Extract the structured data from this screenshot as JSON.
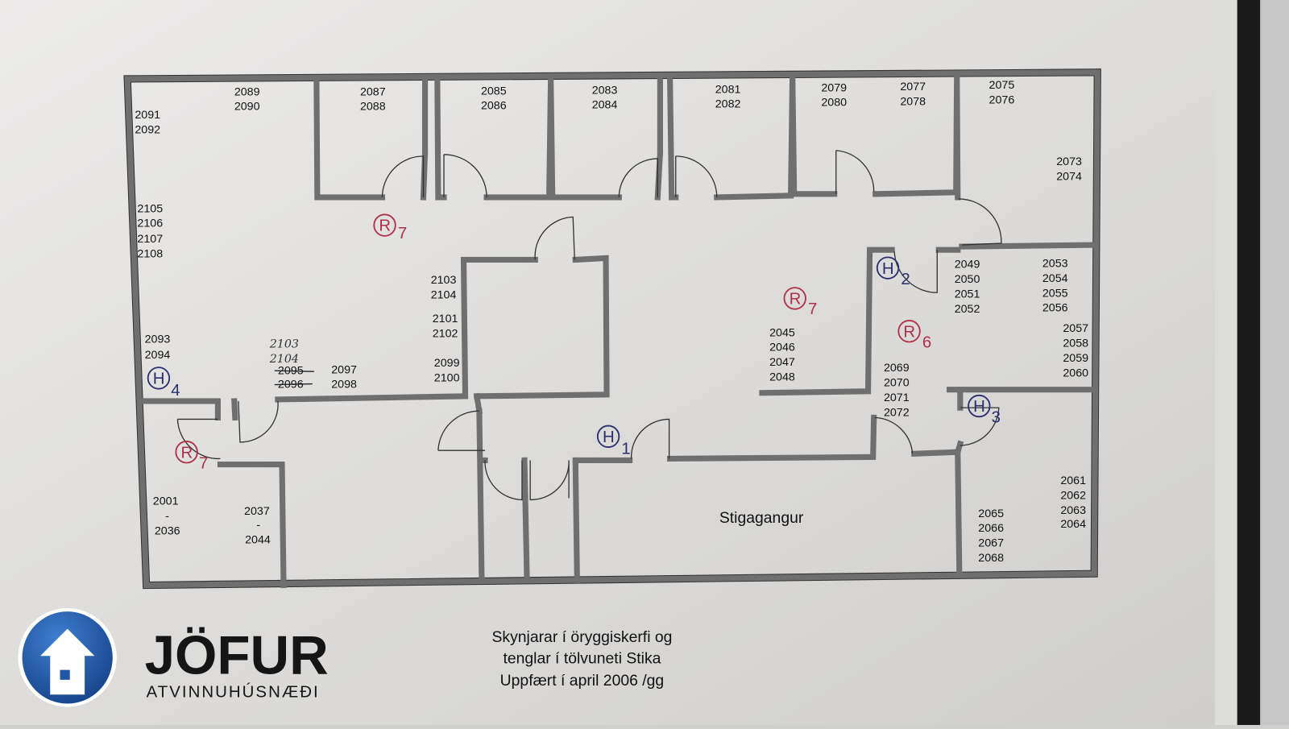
{
  "rooms": {
    "r2089": "2089",
    "r2090": "2090",
    "r2091": "2091",
    "r2092": "2092",
    "r2087": "2087",
    "r2088": "2088",
    "r2085": "2085",
    "r2086": "2086",
    "r2083": "2083",
    "r2084": "2084",
    "r2081": "2081",
    "r2082": "2082",
    "r2079": "2079",
    "r2080": "2080",
    "r2077": "2077",
    "r2078": "2078",
    "r2075": "2075",
    "r2076": "2076",
    "r2073": "2073",
    "r2074": "2074",
    "r2105": "2105",
    "r2106": "2106",
    "r2107": "2107",
    "r2108": "2108",
    "r2103": "2103",
    "r2104": "2104",
    "r2101": "2101",
    "r2102": "2102",
    "r2099": "2099",
    "r2100": "2100",
    "r2093": "2093",
    "r2094": "2094",
    "r2095": "2095",
    "r2096": "2096",
    "hand1": "2103",
    "hand2": "2104",
    "r2097": "2097",
    "r2098": "2098",
    "r2049": "2049",
    "r2050": "2050",
    "r2051": "2051",
    "r2052": "2052",
    "r2053": "2053",
    "r2054": "2054",
    "r2055": "2055",
    "r2056": "2056",
    "r2057": "2057",
    "r2058": "2058",
    "r2059": "2059",
    "r2060": "2060",
    "r2045": "2045",
    "r2046": "2046",
    "r2047": "2047",
    "r2048": "2048",
    "r2069": "2069",
    "r2070": "2070",
    "r2071": "2071",
    "r2072": "2072",
    "r2061": "2061",
    "r2062": "2062",
    "r2063": "2063",
    "r2064": "2064",
    "r2065": "2065",
    "r2066": "2066",
    "r2067": "2067",
    "r2068": "2068",
    "r2001": "2001",
    "dash1": "-",
    "r2036": "2036",
    "r2037": "2037",
    "dash2": "-",
    "r2044": "2044",
    "stair": "Stigagangur"
  },
  "markers": {
    "r_letter": "R",
    "h_letter": "H",
    "r7a": "7",
    "r7b": "7",
    "r7c": "7",
    "r6": "6",
    "h1": "1",
    "h2": "2",
    "h3": "3",
    "h4": "4"
  },
  "colors": {
    "sensor_r": "#b0304a",
    "sensor_h": "#2a2f6e",
    "brand_blue": "#1f56a8"
  },
  "logo": {
    "name": "JÖFUR",
    "tagline": "ATVINNUHÚSNÆÐI"
  },
  "caption": {
    "line1": "Skynjarar í öryggiskerfi og",
    "line2": "tenglar í tölvuneti Stika",
    "line3": "Uppfært í april 2006 /gg"
  }
}
